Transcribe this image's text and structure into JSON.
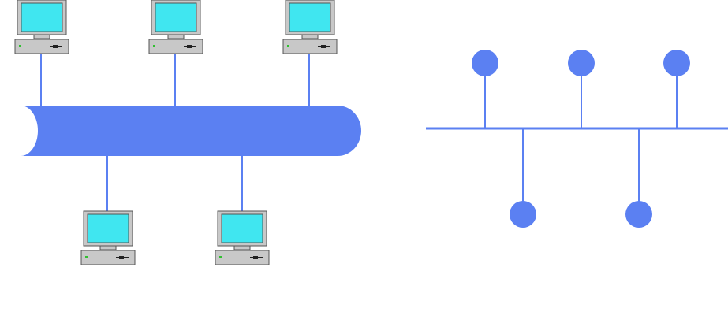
{
  "diagram": {
    "type": "bus-topology",
    "left_panel": {
      "style": "pictorial",
      "bus": "cable",
      "computers_above_bus": 3,
      "computers_below_bus": 2
    },
    "right_panel": {
      "style": "schematic",
      "bus": "line",
      "nodes_above_bus": 3,
      "nodes_below_bus": 2
    }
  },
  "colors": {
    "bus": "#5b80f2",
    "link": "#5b80f2",
    "node": "#5b80f2",
    "screen": "#40e6f0",
    "monitor_frame": "#c8c8c8",
    "case": "#c8c8c8",
    "outline": "#555555",
    "led": "#30c030",
    "slot": "#222222"
  }
}
